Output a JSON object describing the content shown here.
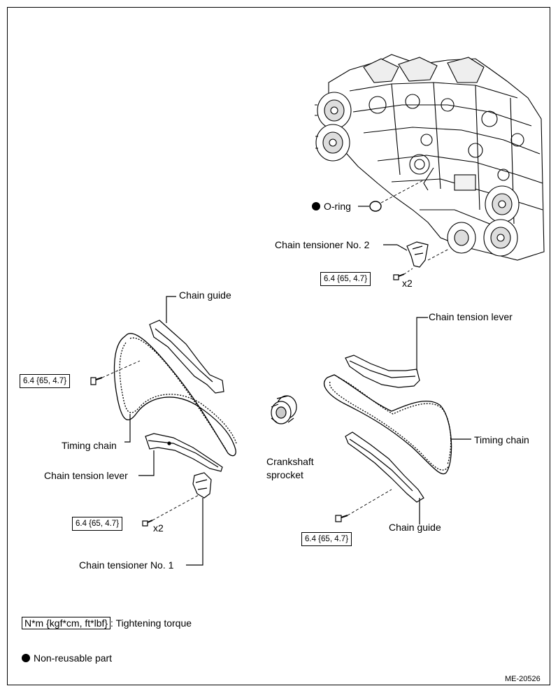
{
  "labels": {
    "o_ring": "O-ring",
    "tensioner2": "Chain tensioner No. 2",
    "chain_guide_left": "Chain guide",
    "chain_tension_lever_right": "Chain tension lever",
    "timing_chain_left": "Timing chain",
    "chain_tension_lever_left": "Chain tension lever",
    "crankshaft_sprocket_line1": "Crankshaft",
    "crankshaft_sprocket_line2": "sprocket",
    "timing_chain_right": "Timing chain",
    "chain_guide_right": "Chain guide",
    "tensioner1": "Chain tensioner No. 1"
  },
  "torques": {
    "tensioner2": "6.4 {65, 4.7}",
    "left_guide": "6.4 {65, 4.7}",
    "tensioner1": "6.4 {65, 4.7}",
    "right_guide": "6.4 {65, 4.7}"
  },
  "multipliers": {
    "tensioner2": "x2",
    "tensioner1": "x2"
  },
  "legend": {
    "unit_box": "N*m {kgf*cm, ft*lbf}",
    "unit_desc": ": Tightening torque",
    "nonreusable": "Non-reusable part"
  },
  "figure_id": "ME-20526"
}
